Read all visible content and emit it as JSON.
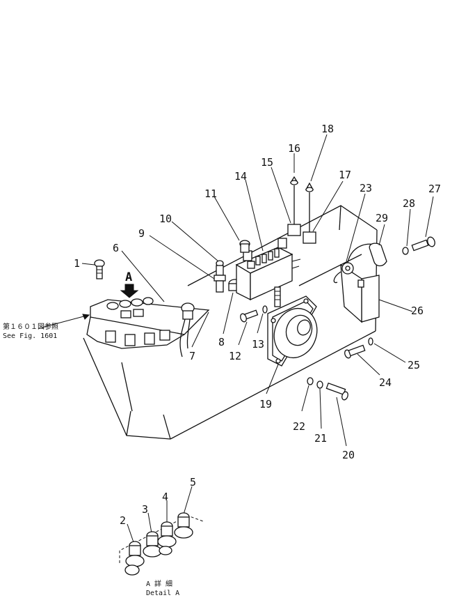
{
  "callouts": [
    "1",
    "2",
    "3",
    "4",
    "5",
    "6",
    "7",
    "8",
    "9",
    "10",
    "11",
    "12",
    "13",
    "14",
    "15",
    "16",
    "17",
    "18",
    "19",
    "20",
    "21",
    "22",
    "23",
    "24",
    "25",
    "26",
    "27",
    "28",
    "29"
  ],
  "view_marker": "A",
  "reference": {
    "japanese": "第１６０１図参照",
    "english": "See Fig. 1601"
  },
  "detail": {
    "japanese": "A 詳 細",
    "english": "Detail A"
  }
}
